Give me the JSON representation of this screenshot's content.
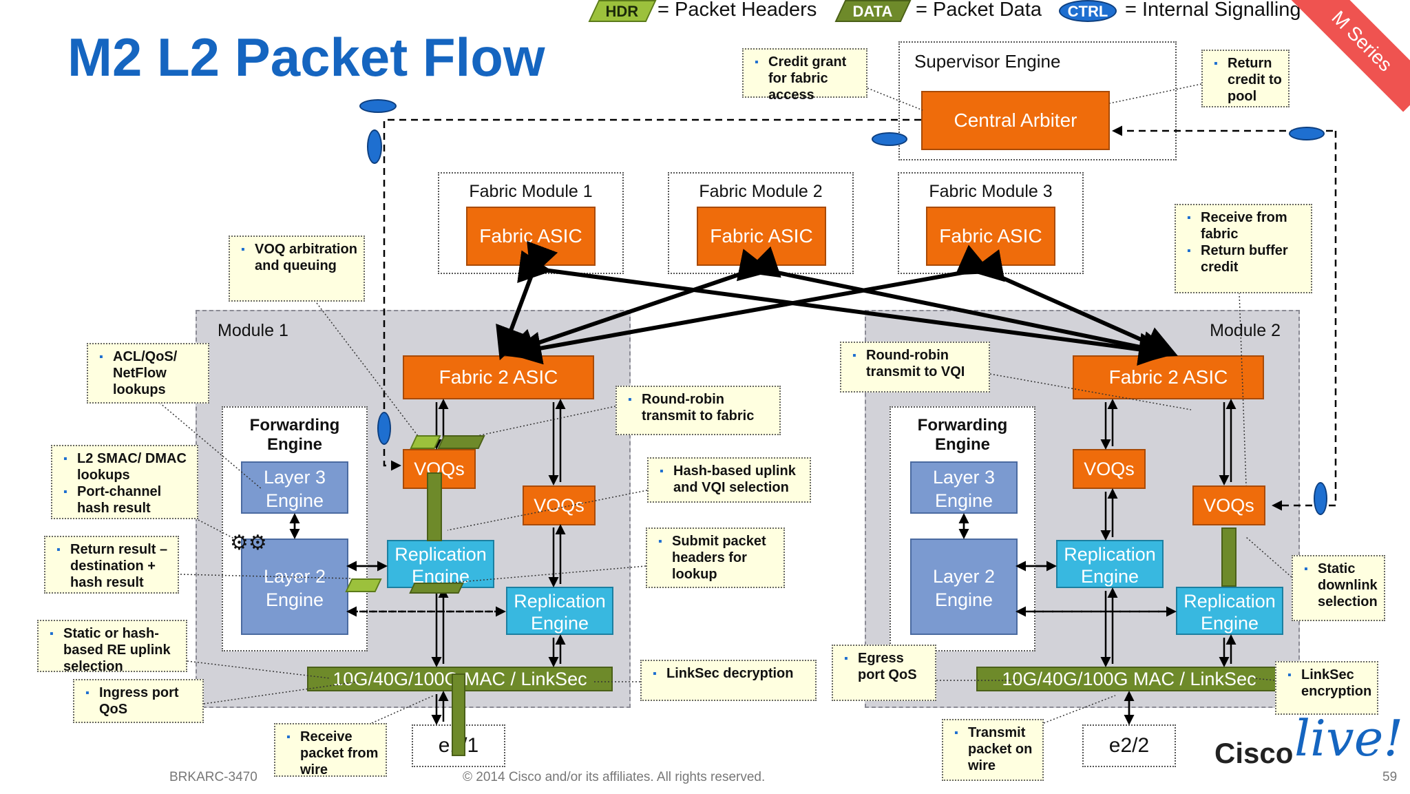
{
  "title": "M2 L2 Packet Flow",
  "legend": {
    "hdr_tag": "HDR",
    "hdr_text": "= Packet Headers",
    "data_tag": "DATA",
    "data_text": "= Packet Data",
    "ctrl_tag": "CTRL",
    "ctrl_text": "= Internal Signalling"
  },
  "ribbon": "M Series",
  "supervisor": {
    "label": "Supervisor Engine",
    "arbiter": "Central Arbiter"
  },
  "fabric_modules": [
    {
      "label": "Fabric Module 1",
      "asic": "Fabric ASIC"
    },
    {
      "label": "Fabric Module 2",
      "asic": "Fabric ASIC"
    },
    {
      "label": "Fabric Module 3",
      "asic": "Fabric ASIC"
    }
  ],
  "module1": {
    "label": "Module 1",
    "fabric2": "Fabric 2 ASIC",
    "fwd_engine": "Forwarding Engine",
    "l3": "Layer 3 Engine",
    "l2": "Layer 2 Engine",
    "voqs_a": "VOQs",
    "voqs_b": "VOQs",
    "rep_a": "Replication Engine",
    "rep_b": "Replication Engine",
    "mac": "10G/40G/100G MAC / LinkSec",
    "port": "e1/1"
  },
  "module2": {
    "label": "Module 2",
    "fabric2": "Fabric 2 ASIC",
    "fwd_engine": "Forwarding Engine",
    "l3": "Layer 3 Engine",
    "l2": "Layer 2 Engine",
    "voqs_a": "VOQs",
    "voqs_b": "VOQs",
    "rep_a": "Replication Engine",
    "rep_b": "Replication Engine",
    "mac": "10G/40G/100G MAC / LinkSec",
    "port": "e2/2"
  },
  "callouts": {
    "credit_grant": [
      "Credit grant for fabric access"
    ],
    "return_credit": [
      "Return credit to pool"
    ],
    "voq_arb": [
      "VOQ arbitration and queuing"
    ],
    "receive_fabric": [
      "Receive from fabric",
      "Return buffer credit"
    ],
    "acl": [
      "ACL/QoS/ NetFlow lookups"
    ],
    "l2_smac": [
      "L2 SMAC/ DMAC lookups",
      "Port-channel hash result"
    ],
    "return_result": [
      "Return result – destination + hash result"
    ],
    "static_re": [
      "Static or hash-based RE uplink selection"
    ],
    "ingress_qos": [
      "Ingress port QoS"
    ],
    "receive_wire": [
      "Receive packet from wire"
    ],
    "rr_fabric": [
      "Round-robin transmit to fabric"
    ],
    "hash_uplink": [
      "Hash-based uplink and VQI selection"
    ],
    "submit_hdr": [
      "Submit packet headers for lookup"
    ],
    "linksec_dec": [
      "LinkSec decryption"
    ],
    "rr_vqi": [
      "Round-robin transmit to VQI"
    ],
    "egress_qos": [
      "Egress port QoS"
    ],
    "transmit_wire": [
      "Transmit packet on wire"
    ],
    "static_downlink": [
      "Static downlink selection"
    ],
    "linksec_enc": [
      "LinkSec encryption"
    ]
  },
  "footer": {
    "code": "BRKARC-3470",
    "copyright": "© 2014 Cisco and/or its affiliates. All rights reserved.",
    "page": "59",
    "logo_text": "Cisco",
    "logo_script": "live!"
  },
  "colors": {
    "title": "#1565c0",
    "orange": "#ef6c0b",
    "blue": "#7b9ad0",
    "cyan": "#38b8e0",
    "green": "#6e8a2a",
    "callout": "#ffffe0",
    "module_bg": "#d2d2d8"
  }
}
